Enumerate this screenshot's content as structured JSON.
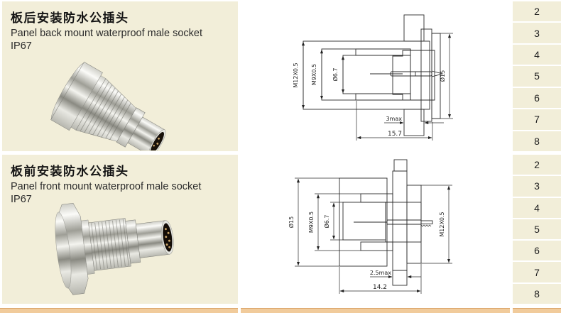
{
  "page": {
    "background": "#ffffff",
    "panel_color": "#f2eed9",
    "accent_bar_color": "#f1cb9b",
    "accent_bar_edge_color": "#dda96f"
  },
  "rows": [
    {
      "title_cn": "板后安装防水公插头",
      "title_en": "Panel back mount waterproof male socket",
      "ip_rating": "IP67",
      "drawing": {
        "dim_thread_outer": "M12X0.5",
        "dim_thread_inner": "M9X0.5",
        "dim_bore": "Ø6.7",
        "dim_diameter": "Ø15",
        "dim_panel_max": "3max",
        "dim_length": "15.7"
      },
      "index_cells": [
        "2",
        "3",
        "4",
        "5",
        "6",
        "7",
        "8"
      ]
    },
    {
      "title_cn": "板前安装防水公插头",
      "title_en": "Panel front mount waterproof male socket",
      "ip_rating": "IP67",
      "drawing": {
        "dim_diameter": "Ø15",
        "dim_thread_inner": "M9X0.5",
        "dim_bore": "Ø6.7",
        "dim_thread_outer": "M12X0.5",
        "dim_panel_max": "2.5max",
        "dim_length": "14.2"
      },
      "index_cells": [
        "2",
        "3",
        "4",
        "5",
        "6",
        "7",
        "8"
      ]
    }
  ]
}
